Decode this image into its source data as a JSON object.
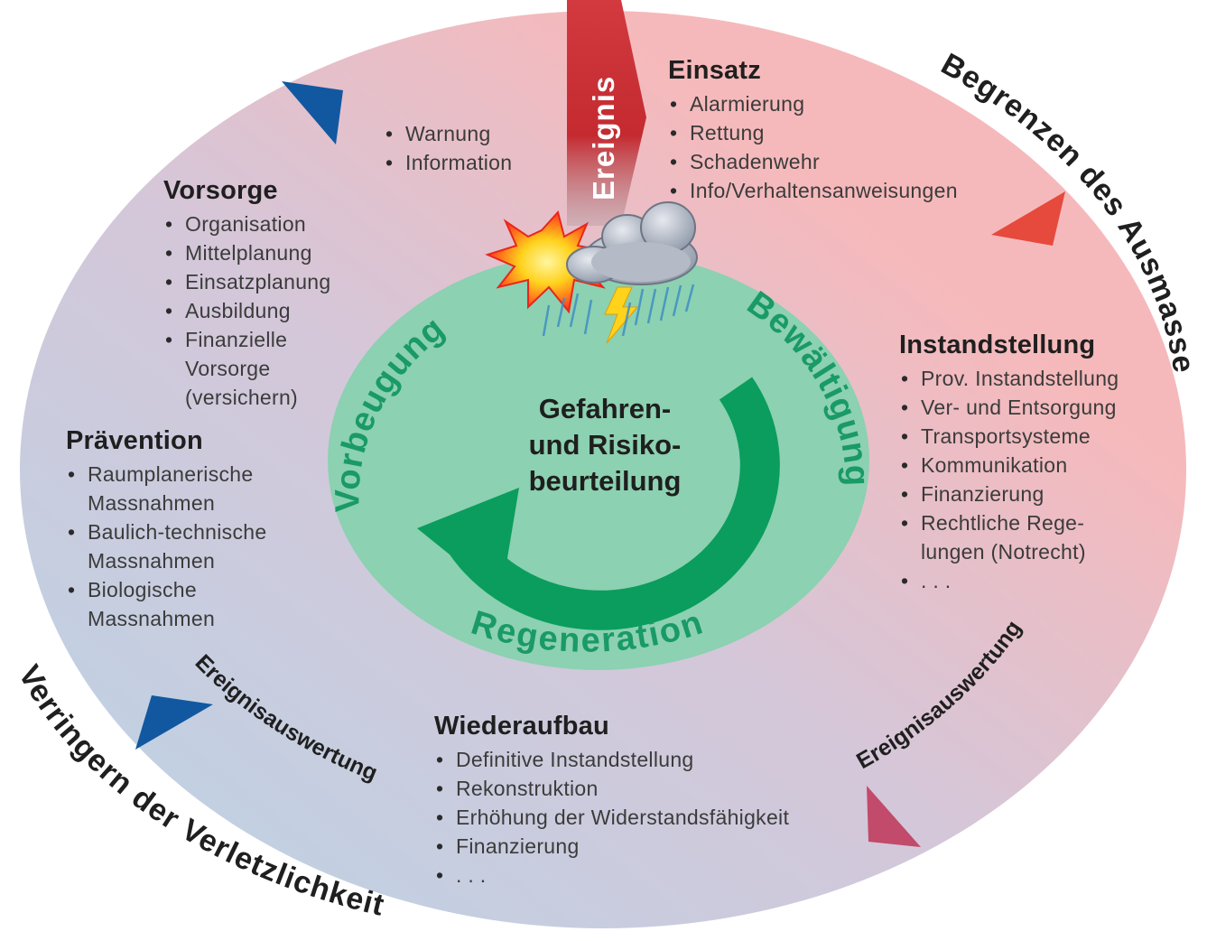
{
  "colors": {
    "outer_left": "#b9d4e6",
    "outer_mid": "#d4c7d9",
    "outer_right": "#f6b9bb",
    "inner_circle": "#8cd1b1",
    "green_text": "#199a66",
    "arrow_green": "#0a9d5e",
    "ereignis_band": "#c9282e",
    "blue_marker": "#1158a0",
    "red_marker": "#e64a3c",
    "pink_marker": "#c24a6a"
  },
  "outer_arcs": {
    "bottom_left": "Verringern der Verletzlichkeit",
    "top_right": "Begrenzen des Ausmasses",
    "ereignisauswertung_left": "Ereignisauswertung",
    "ereignisauswertung_right": "Ereignisauswertung"
  },
  "inner_arcs": {
    "vorbeugung": "Vorbeugung",
    "bewaeltigung": "Bewältigung",
    "regeneration": "Regeneration"
  },
  "event_band": {
    "label": "Ereignis"
  },
  "center": {
    "line1": "Gefahren-",
    "line2": "und Risiko-",
    "line3": "beurteilung"
  },
  "warnung": {
    "items": [
      "Warnung",
      "Information"
    ]
  },
  "einsatz": {
    "title": "Einsatz",
    "items": [
      "Alarmierung",
      "Rettung",
      "Schadenwehr",
      "Info/Verhaltensanweisungen"
    ]
  },
  "vorsorge": {
    "title": "Vorsorge",
    "items": [
      "Organisation",
      "Mittelplanung",
      "Einsatzplanung",
      "Ausbildung",
      "Finanzielle"
    ],
    "item5_cont1": "Vorsorge",
    "item5_cont2": "(versichern)"
  },
  "praevention": {
    "title": "Prävention",
    "item1a": "Raumplanerische",
    "item1b": "Massnahmen",
    "item2a": "Baulich-technische",
    "item2b": "Massnahmen",
    "item3a": "Biologische",
    "item3b": "Massnahmen"
  },
  "instandstellung": {
    "title": "Instandstellung",
    "items": [
      "Prov. Instandstellung",
      "Ver- und Entsorgung",
      "Transportsysteme",
      "Kommunikation",
      "Finanzierung",
      "Rechtliche Rege-"
    ],
    "item6_cont": "lungen (Notrecht)",
    "more": ". . ."
  },
  "wiederaufbau": {
    "title": "Wiederaufbau",
    "items": [
      "Definitive Instandstellung",
      "Rekonstruktion",
      "Erhöhung der Widerstandsfähigkeit",
      "Finanzierung"
    ],
    "more": ". . ."
  }
}
